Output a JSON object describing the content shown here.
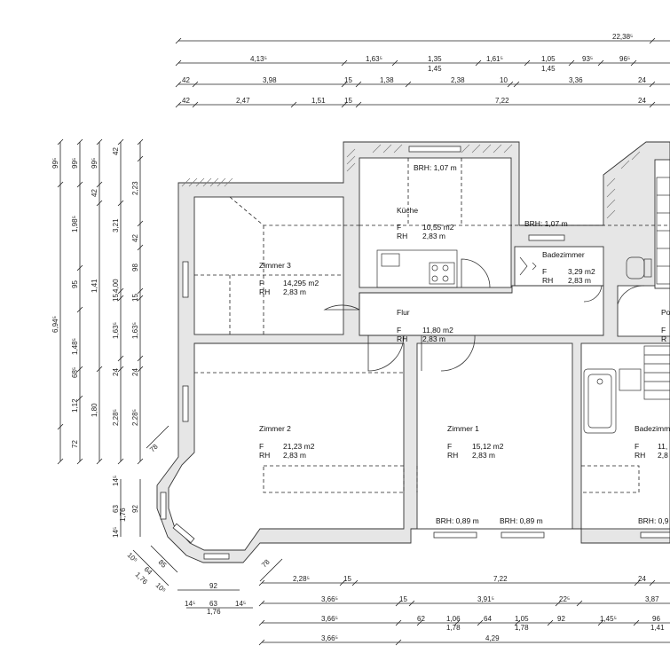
{
  "rooms": [
    {
      "id": "kueche",
      "name": "Küche",
      "area_label": "F",
      "area": "10,55 m2",
      "height_label": "RH",
      "height": "2,83 m"
    },
    {
      "id": "zimmer3",
      "name": "Zimmer 3",
      "area_label": "F",
      "area": "14,295 m2",
      "height_label": "RH",
      "height": "2,83 m"
    },
    {
      "id": "badezimmer1",
      "name": "Badezimmer",
      "area_label": "F",
      "area": "3,29 m2",
      "height_label": "RH",
      "height": "2,83 m"
    },
    {
      "id": "flur",
      "name": "Flur",
      "area_label": "F",
      "area": "11,80 m2",
      "height_label": "RH",
      "height": "2,83 m"
    },
    {
      "id": "zimmer2",
      "name": "Zimmer 2",
      "area_label": "F",
      "area": "21,23 m2",
      "height_label": "RH",
      "height": "2,83 m"
    },
    {
      "id": "zimmer1",
      "name": "Zimmer 1",
      "area_label": "F",
      "area": "15,12 m2",
      "height_label": "RH",
      "height": "2,83 m"
    },
    {
      "id": "badezimmer2",
      "name": "Badezimmer",
      "area_label": "F",
      "area": "11,",
      "height_label": "RH",
      "height": "2,8"
    },
    {
      "id": "po",
      "name": "Po",
      "area_label": "F",
      "height_label": "R"
    }
  ],
  "brh_labels": [
    "BRH: 1,07 m",
    "BRH: 1,07 m",
    "BRH: 0,89 m",
    "BRH: 0,89 m",
    "BRH: 0,9"
  ],
  "dim_top": {
    "row1": [
      "22,38⁵"
    ],
    "row2": [
      "4,13⁵",
      "1,63⁵",
      "1,35",
      "1,61⁵",
      "1,05",
      "93⁵",
      "96⁵"
    ],
    "row2_sub": [
      "1,45",
      "1,45"
    ],
    "row3": [
      "42",
      "3,98",
      "15",
      "1,38",
      "2,38",
      "10",
      "3,36",
      "24"
    ],
    "row4": [
      "42",
      "2,47",
      "1,51",
      "15",
      "7,22",
      "24"
    ]
  },
  "dim_left": {
    "col1": [
      "99⁵",
      "6,94⁵",
      "72"
    ],
    "col2": [
      "99⁵",
      "1,98⁵",
      "95",
      "1,48⁵",
      "68⁵",
      "1,12",
      "1,80"
    ],
    "col2b": [
      "1,41"
    ],
    "col3": [
      "99⁵",
      "42",
      "4,00",
      "24",
      "2,28⁵",
      "15",
      "1,63⁵"
    ],
    "col3b": [
      "3,21"
    ],
    "col4": [
      "42",
      "2,23",
      "42",
      "98",
      "15",
      "1,63⁵",
      "24",
      "2,28⁵"
    ]
  },
  "dim_bay": [
    "78",
    "14⁵",
    "63",
    "1,76",
    "92",
    "14⁵",
    "85",
    "10⁵",
    "64",
    "1,76",
    "10⁵",
    "92",
    "14⁵",
    "63",
    "1,76",
    "14⁵",
    "78"
  ],
  "dim_bottom": {
    "row1": [
      "2,28⁵",
      "15",
      "7,22",
      "24"
    ],
    "row2": [
      "3,66⁵",
      "15",
      "3,91⁵",
      "22⁵",
      "3,87"
    ],
    "row3": [
      "3,66⁵",
      "62",
      "1,06",
      "64",
      "1,05",
      "92",
      "1,45⁵",
      "96"
    ],
    "row3_sub": [
      "1,78",
      "1,78",
      "1,41"
    ],
    "row4": [
      "3,66⁵",
      "4,29"
    ]
  }
}
